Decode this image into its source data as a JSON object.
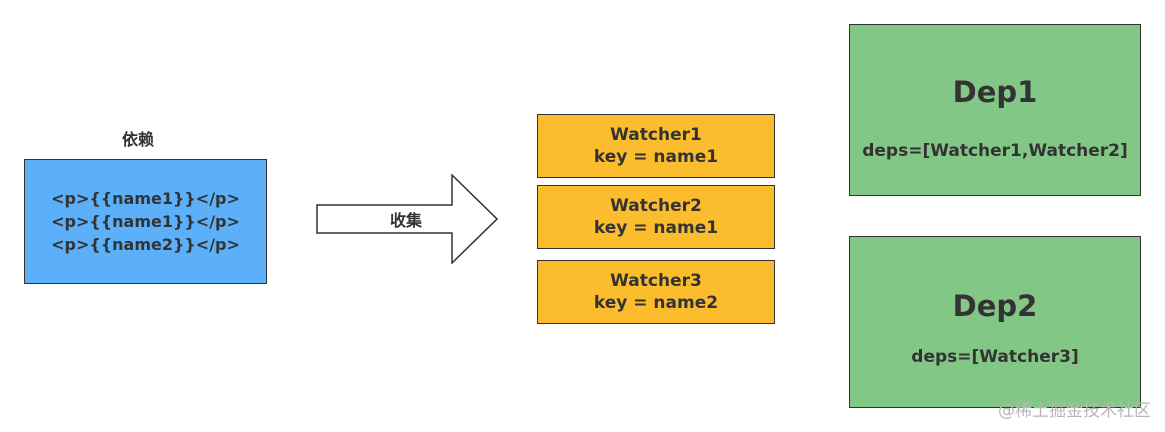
{
  "dependency": {
    "label": "依赖",
    "lines": [
      "<p>{{name1}}</p>",
      "<p>{{name1}}</p>",
      "<p>{{name2}}</p>"
    ]
  },
  "collect": {
    "label": "收集"
  },
  "watchers": [
    {
      "name": "Watcher1",
      "key": "key = name1"
    },
    {
      "name": "Watcher2",
      "key": "key = name1"
    },
    {
      "name": "Watcher3",
      "key": "key = name2"
    }
  ],
  "deps": [
    {
      "title": "Dep1",
      "deps": "deps=[Watcher1,Watcher2]"
    },
    {
      "title": "Dep2",
      "deps": "deps=[Watcher3]"
    }
  ],
  "watermark": "@稀土掘金技术社区",
  "colors": {
    "template_fill": "#5bb0f9",
    "watcher_fill": "#fbbd2d",
    "dep_fill": "#82c785",
    "stroke": "#333333"
  }
}
